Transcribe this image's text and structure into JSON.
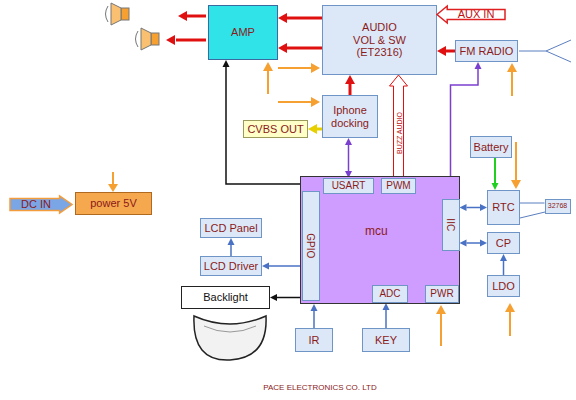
{
  "diagram": {
    "caption": "PACE ELECTRONICS CO. LTD",
    "nodes": [
      {
        "text": [
          "AMP"
        ]
      },
      {
        "text": [
          "AUDIO VOL & SW (ET2316)"
        ]
      },
      {
        "text": [
          "FM RADIO"
        ]
      },
      {
        "text": [
          "Iphone docking"
        ]
      },
      {
        "text": [
          "CVBS OUT"
        ]
      },
      {
        "text": [
          "AUX IN"
        ]
      },
      {
        "text": [
          "DC IN"
        ]
      },
      {
        "text": [
          "power 5V"
        ]
      },
      {
        "text": [
          "mcu"
        ]
      },
      {
        "text": [
          "USART"
        ],
        "in": 8
      },
      {
        "text": [
          "PWM"
        ],
        "in": 8
      },
      {
        "text": [
          "GPIO"
        ],
        "in": 8
      },
      {
        "text": [
          "IIC"
        ],
        "in": 8
      },
      {
        "text": [
          "ADC"
        ],
        "in": 8
      },
      {
        "text": [
          "PWR"
        ],
        "in": 8
      },
      {
        "text": [
          "Battery"
        ]
      },
      {
        "text": [
          "RTC"
        ]
      },
      {
        "text": [
          "32768"
        ]
      },
      {
        "text": [
          "CP"
        ]
      },
      {
        "text": [
          "LDO"
        ]
      },
      {
        "text": [
          "LCD Panel"
        ]
      },
      {
        "text": [
          "LCD Driver"
        ]
      },
      {
        "text": [
          "Backlight"
        ]
      },
      {
        "text": [
          "IR"
        ]
      },
      {
        "text": [
          "KEY"
        ]
      }
    ],
    "edges": [
      {
        "from": 1,
        "to": 0,
        "arrow": "to"
      },
      {
        "from": 1,
        "to": 0,
        "arrow": "to"
      },
      {
        "from": 2,
        "to": 1,
        "arrow": "to"
      },
      {
        "from": 3,
        "to": 1,
        "arrow": "to"
      },
      {
        "from": 10,
        "to": 1,
        "label": "BUZZ AUDIO",
        "arrow": "to"
      },
      {
        "from": 3,
        "to": 4,
        "arrow": "to"
      },
      {
        "from": 9,
        "to": 3,
        "arrow": "both"
      },
      {
        "from": 12,
        "to": 2,
        "arrow": "to"
      },
      {
        "from": 15,
        "to": 16,
        "arrow": "to"
      },
      {
        "from": 12,
        "to": 16,
        "arrow": "both"
      },
      {
        "from": 12,
        "to": 18,
        "arrow": "both"
      },
      {
        "from": 19,
        "to": 18,
        "arrow": "to"
      },
      {
        "from": 16,
        "to": 17,
        "arrow": "none"
      },
      {
        "from": 8,
        "to": 0,
        "arrow": "to"
      },
      {
        "from": 11,
        "to": 21,
        "arrow": "to"
      },
      {
        "from": 21,
        "to": 20,
        "arrow": "to"
      },
      {
        "from": 11,
        "to": 22,
        "arrow": "to"
      },
      {
        "from": 23,
        "to": 8,
        "arrow": "to"
      },
      {
        "from": 24,
        "to": 13,
        "arrow": "to"
      }
    ]
  }
}
